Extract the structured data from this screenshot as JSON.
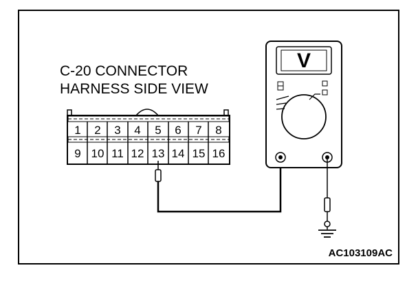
{
  "connector": {
    "label_line1": "C-20 CONNECTOR",
    "label_line2": "HARNESS SIDE VIEW",
    "pins_top": [
      "1",
      "2",
      "3",
      "4",
      "5",
      "6",
      "7",
      "8"
    ],
    "pins_bottom": [
      "9",
      "10",
      "11",
      "12",
      "13",
      "14",
      "15",
      "16"
    ],
    "probed_pin": "13"
  },
  "meter": {
    "unit_symbol": "V"
  },
  "figure_code": "AC103109AC"
}
